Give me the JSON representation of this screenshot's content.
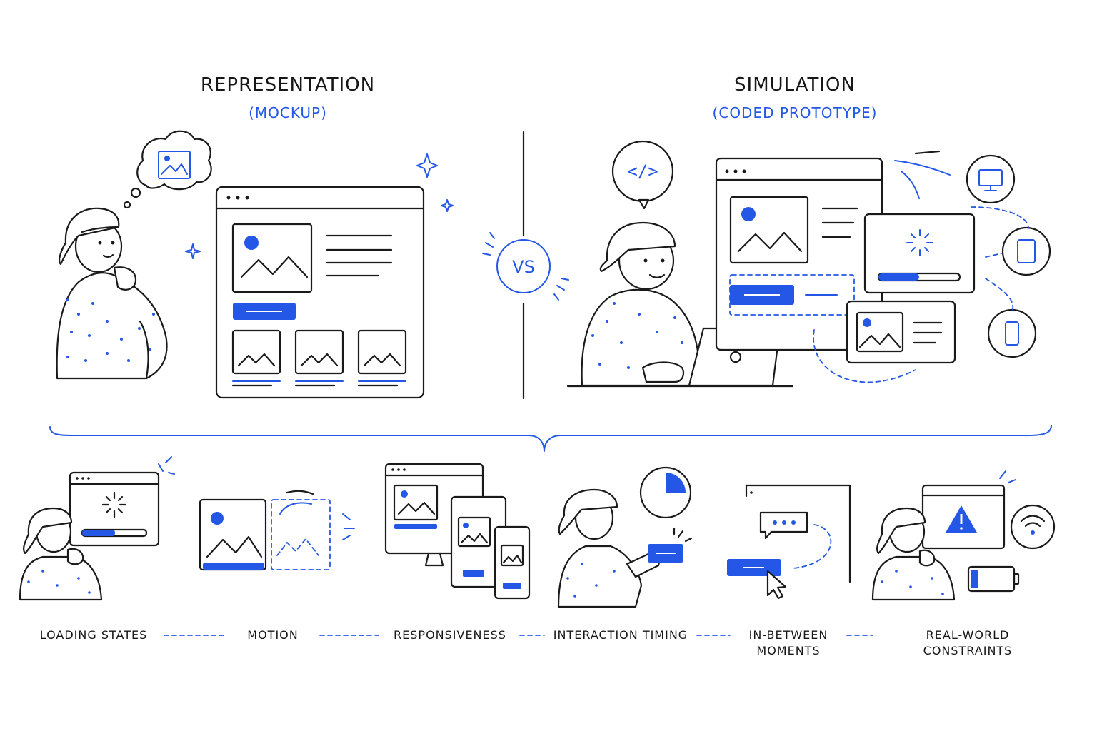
{
  "left": {
    "title": "REPRESENTATION",
    "subtitle": "(MOCKUP)"
  },
  "right": {
    "title": "SIMULATION",
    "subtitle": "(CODED PROTOTYPE)"
  },
  "center": {
    "vs_label": "VS"
  },
  "code_icon_label": "</>",
  "captions": [
    {
      "label": "LOADING STATES"
    },
    {
      "label": "MOTION"
    },
    {
      "label": "RESPONSIVENESS"
    },
    {
      "label": "INTERACTION TIMING"
    },
    {
      "label": "IN-BETWEEN MOMENTS"
    },
    {
      "label": "REAL-WORLD CONSTRAINTS"
    }
  ],
  "colors": {
    "accent": "#2457e6",
    "ink": "#1a1a1a"
  },
  "loading_progress": 0.5
}
